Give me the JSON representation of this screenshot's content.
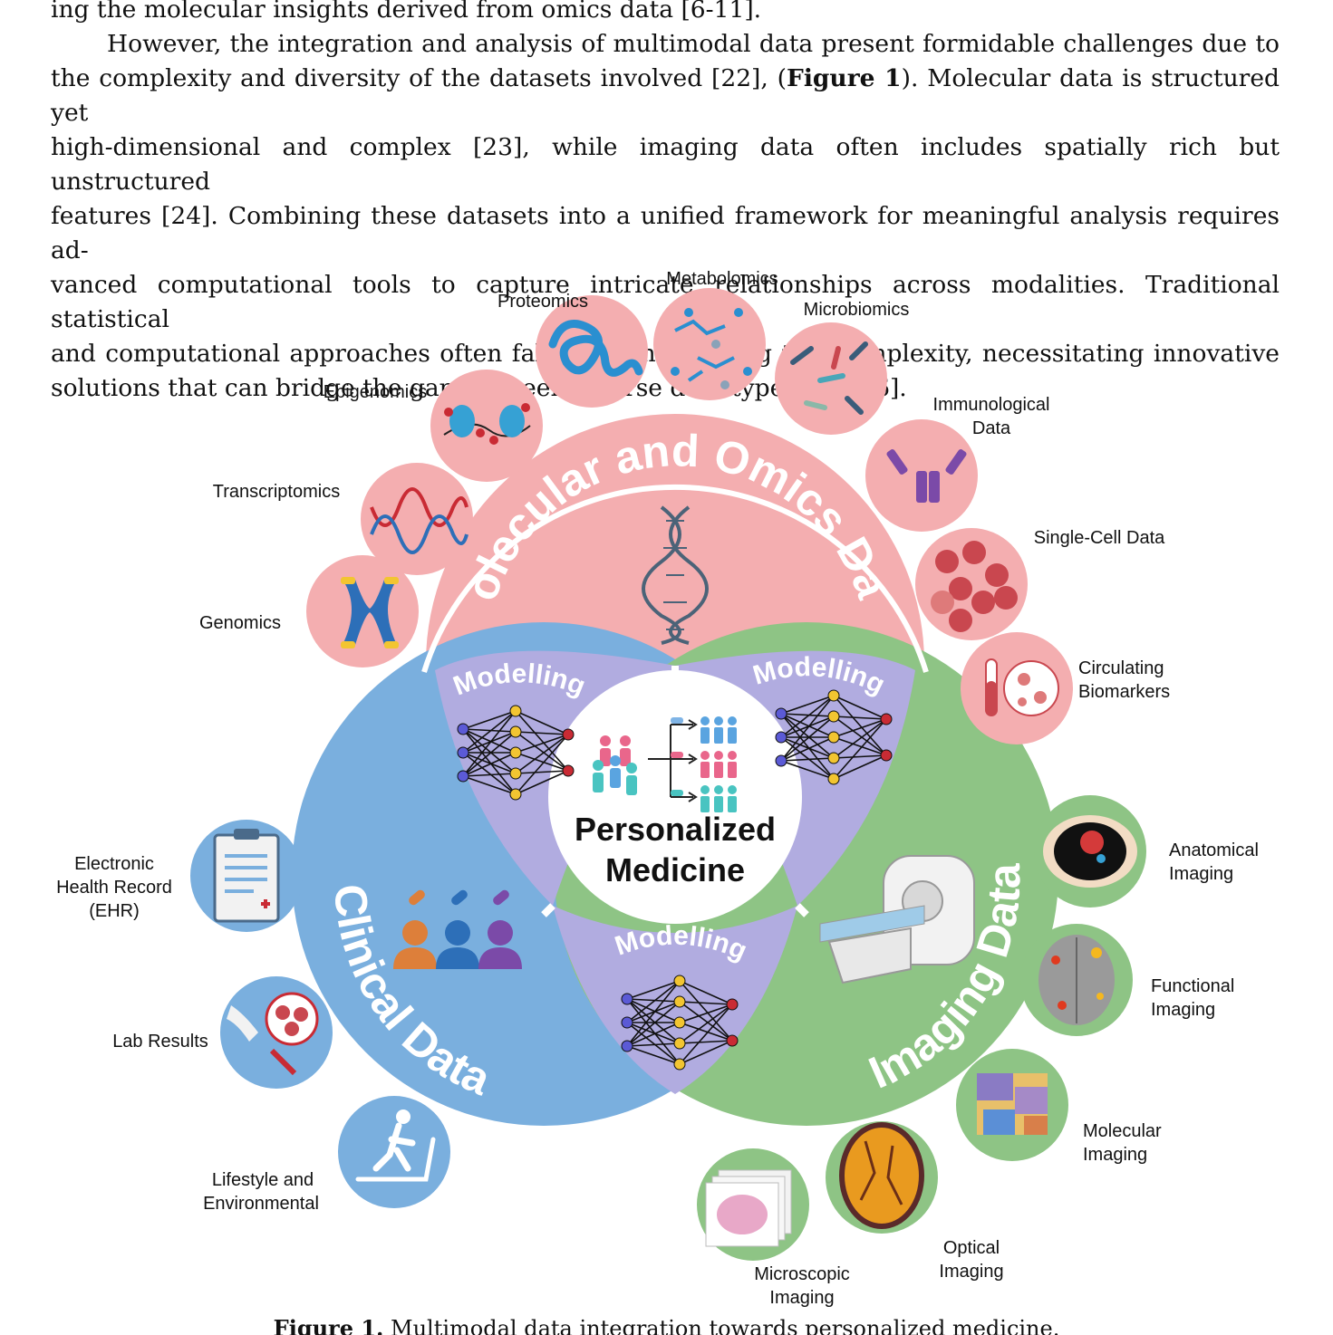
{
  "paragraphs": {
    "p0_lines": [
      "ing the molecular insights derived from omics data [6-11]."
    ],
    "p1_lines": [
      "However, the integration and analysis of multimodal data present formidable challenges due to",
      "the complexity and diversity of the datasets involved [22], (",
      "Figure 1",
      "). Molecular data is structured yet",
      "high-dimensional and complex [23], while imaging data often includes spatially rich but unstructured",
      "features [24]. Combining these datasets into a unified framework for meaningful analysis requires ad-",
      "vanced computational tools to capture intricate relationships across modalities. Traditional statistical",
      "and computational approaches often fall short in handling this complexity, necessitating innovative",
      "solutions that can bridge the gap between diverse data types [25, 26]."
    ]
  },
  "figure": {
    "sections": {
      "molecular": "Molecular and Omics Data",
      "clinical": "Clinical Data",
      "imaging": "Imaging Data"
    },
    "modelling_label": "Modelling",
    "center": {
      "line1": "Personalized",
      "line2": "Medicine"
    },
    "molecular_items": [
      "Genomics",
      "Transcriptomics",
      "Epigenomics",
      "Proteomics",
      "Metabolomics",
      "Microbiomics",
      "Immunological",
      "Data",
      "Single-Cell Data",
      "Circulating",
      "Biomarkers"
    ],
    "clinical_items": [
      "Electronic",
      "Health Record",
      "(EHR)",
      "Lab Results",
      "Lifestyle and",
      "Environmental"
    ],
    "imaging_items": [
      "Anatomical",
      "Imaging",
      "Functional",
      "Imaging",
      "Molecular",
      "Imaging",
      "Optical",
      "Imaging",
      "Microscopic",
      "Imaging"
    ],
    "colors": {
      "molecular": "#f4aeb0",
      "clinical": "#7aafde",
      "imaging": "#8ec485",
      "modelling": "#b1ace0",
      "dark_blue": "#2d6fb8",
      "node_yellow": "#f2c531",
      "node_blue": "#5b5ad6",
      "node_red": "#c92b34"
    }
  },
  "caption": {
    "bold": "Figure 1.",
    "text": " Multimodal data integration towards personalized medicine."
  }
}
